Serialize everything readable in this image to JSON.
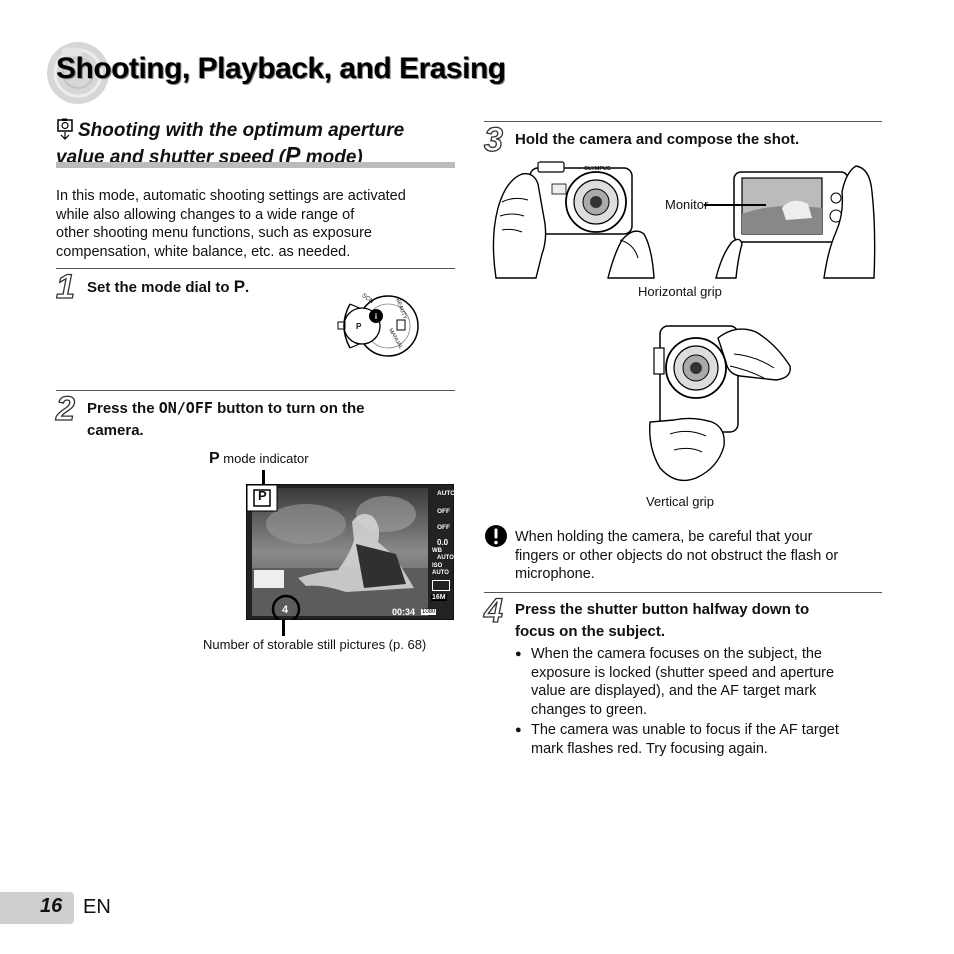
{
  "page": {
    "title": "Shooting, Playback, and Erasing",
    "page_number": "16",
    "lang": "EN"
  },
  "section": {
    "heading_line1": "Shooting with the optimum aperture",
    "heading_line2_pre": "value and shutter speed (",
    "heading_mode": "P",
    "heading_line2_post": " mode)",
    "intro": [
      "In this mode, automatic shooting settings are activated",
      "while also allowing changes to a wide range of",
      "other shooting menu functions, such as exposure",
      "compensation, white balance, etc. as needed."
    ]
  },
  "steps": {
    "s1": {
      "num": "1",
      "text_pre": "Set the mode dial to ",
      "text_mode": "P",
      "text_post": "."
    },
    "s2": {
      "num": "2",
      "text_line1_pre": "Press the ",
      "text_button": "ON/OFF",
      "text_line1_post": " button to turn on the",
      "text_line2": "camera."
    },
    "s3": {
      "num": "3",
      "text": "Hold the camera and compose the shot."
    },
    "s4": {
      "num": "4",
      "text_line1": "Press the shutter button halfway down to",
      "text_line2": "focus on the subject."
    }
  },
  "figures": {
    "mode_indicator_p": "P",
    "mode_indicator_label": "mode indicator",
    "storable_label": "Number of storable still pictures (p. 68)",
    "monitor_label": "Monitor",
    "horizontal_label": "Horizontal grip",
    "vertical_label": "Vertical grip",
    "screen_p": "P",
    "screen_time": "00:34",
    "screen_count": "4",
    "screen_res": "16M",
    "screen_movie": "1080",
    "screen_ev": "0.0",
    "screen_auto1": "AUTO",
    "screen_off1": "OFF",
    "screen_off2": "OFF",
    "screen_wb": "WB",
    "screen_wb_auto": "AUTO",
    "screen_iso": "ISO",
    "screen_iso_auto": "AUTO",
    "screen_brand": "OLYMPUS",
    "dial_scn": "SCN",
    "dial_p": "P",
    "dial_manual": "MANUAL",
    "dial_beauty": "BEAUTY"
  },
  "note": {
    "icon": "exclamation-icon",
    "lines": [
      "When holding the camera, be careful that your",
      "fingers or other objects do not obstruct the flash or",
      "microphone."
    ]
  },
  "bullets": [
    {
      "lines": [
        "When the camera focuses on the subject, the",
        "exposure is locked (shutter speed and aperture",
        "value are displayed), and the AF target mark",
        "changes to green."
      ]
    },
    {
      "lines": [
        "The camera was unable to focus if the AF target",
        "mark flashes red. Try focusing again."
      ]
    }
  ],
  "bullet_glyph": "●"
}
